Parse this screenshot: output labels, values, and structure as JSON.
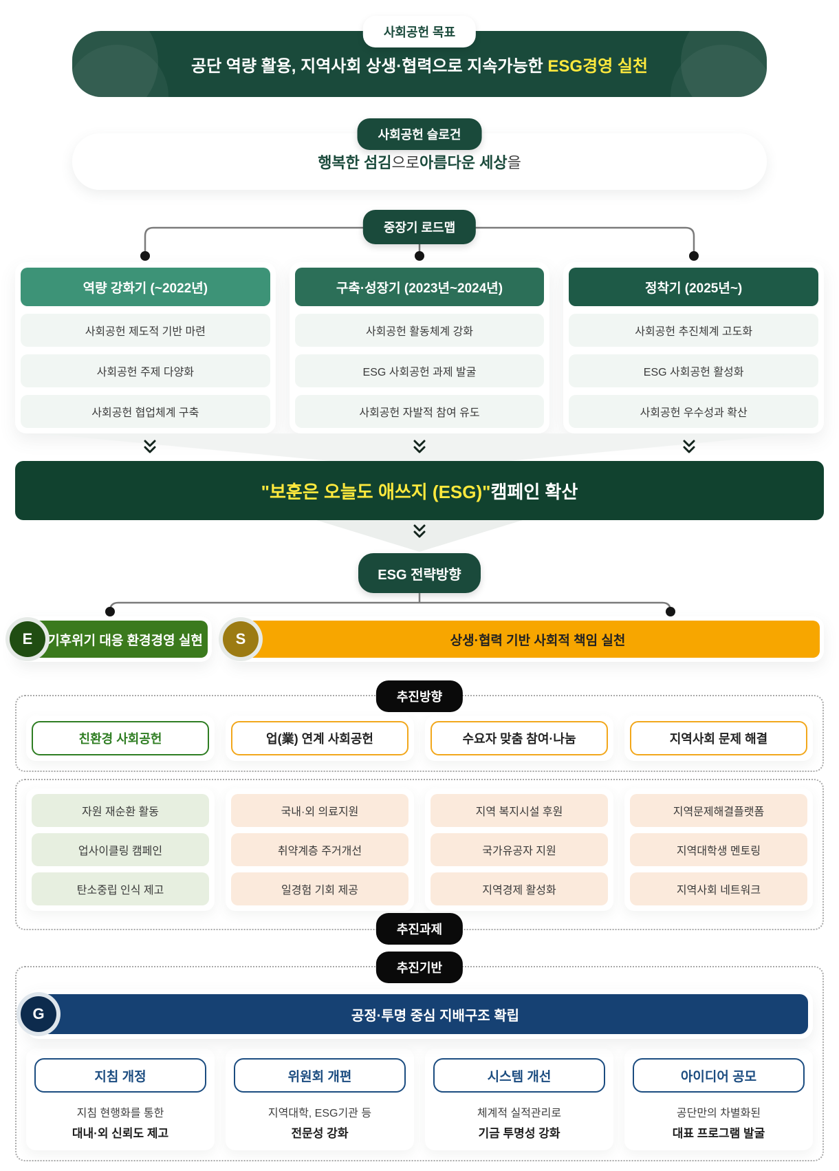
{
  "goal": {
    "tag": "사회공헌 목표",
    "text_prefix": "공단 역량 활용, 지역사회 상생·협력으로 지속가능한 ",
    "text_highlight": "ESG경영 실천"
  },
  "slogan": {
    "tag": "사회공헌 슬로건",
    "part1": "행복한 섬김",
    "part2": "으로 ",
    "part3": "아름다운 세상",
    "part4": "을"
  },
  "roadmap": {
    "tag": "중장기 로드맵",
    "phases": [
      {
        "title": "역량 강화기 (~2022년)",
        "items": [
          "사회공헌 제도적 기반 마련",
          "사회공헌 주제 다양화",
          "사회공헌 협업체계 구축"
        ]
      },
      {
        "title": "구축·성장기 (2023년~2024년)",
        "items": [
          "사회공헌 활동체계 강화",
          "ESG 사회공헌 과제 발굴",
          "사회공헌 자발적 참여 유도"
        ]
      },
      {
        "title": "정착기 (2025년~)",
        "items": [
          "사회공헌 추진체계 고도화",
          "ESG 사회공헌 활성화",
          "사회공헌 우수성과 확산"
        ]
      }
    ]
  },
  "campaign": {
    "highlight": "\"보훈은 오늘도 애쓰지 (ESG)\"",
    "rest": " 캠페인 확산"
  },
  "esg": {
    "tag": "ESG 전략방향",
    "tracks": [
      {
        "letter": "E",
        "label": "기후위기 대응 환경경영 실현"
      },
      {
        "letter": "S",
        "label": "상생·협력 기반 사회적 책임 실천"
      }
    ]
  },
  "direction": {
    "tag": "추진방향",
    "headers": [
      {
        "label": "친환경 사회공헌"
      },
      {
        "label": "업(業) 연계 사회공헌"
      },
      {
        "label": "수요자 맞춤 참여·나눔"
      },
      {
        "label": "지역사회 문제 해결"
      }
    ]
  },
  "tasks": {
    "tag": "추진과제",
    "columns": [
      [
        "자원 재순환 활동",
        "업사이클링 캠페인",
        "탄소중립 인식 제고"
      ],
      [
        "국내·외 의료지원",
        "취약계층 주거개선",
        "일경험 기회 제공"
      ],
      [
        "지역 복지시설 후원",
        "국가유공자 지원",
        "지역경제 활성화"
      ],
      [
        "지역문제해결플랫폼",
        "지역대학생 멘토링",
        "지역사회 네트워크"
      ]
    ]
  },
  "foundation": {
    "tag": "추진기반",
    "g": {
      "letter": "G",
      "label": "공정·투명 중심 지배구조 확립"
    },
    "cards": [
      {
        "title": "지침 개정",
        "line1": "지침 현행화를 통한",
        "line2": "대내·외 신뢰도 제고"
      },
      {
        "title": "위원회 개편",
        "line1": "지역대학, ESG기관 등",
        "line2": "전문성 강화"
      },
      {
        "title": "시스템 개선",
        "line1": "체계적 실적관리로",
        "line2": "기금 투명성 강화"
      },
      {
        "title": "아이디어 공모",
        "line1": "공단만의 차별화된",
        "line2": "대표 프로그램 발굴"
      }
    ]
  },
  "colors": {
    "primary_green": "#1A4A3B",
    "campaign_green": "#11422F",
    "highlight_yellow": "#FFE93D",
    "roadmap_phase1": "#3D9377",
    "roadmap_phase2": "#2C6F58",
    "roadmap_phase3": "#1E5A47",
    "e_green": "#3B7A1D",
    "e_circle": "#204D12",
    "s_orange": "#F7A600",
    "s_circle": "#9C7B12",
    "g_navy": "#164173",
    "g_circle": "#0D2B4D",
    "direction_green": "#2E7D22",
    "direction_amber": "#F2A71B",
    "pill_black": "#0A0A0A"
  }
}
